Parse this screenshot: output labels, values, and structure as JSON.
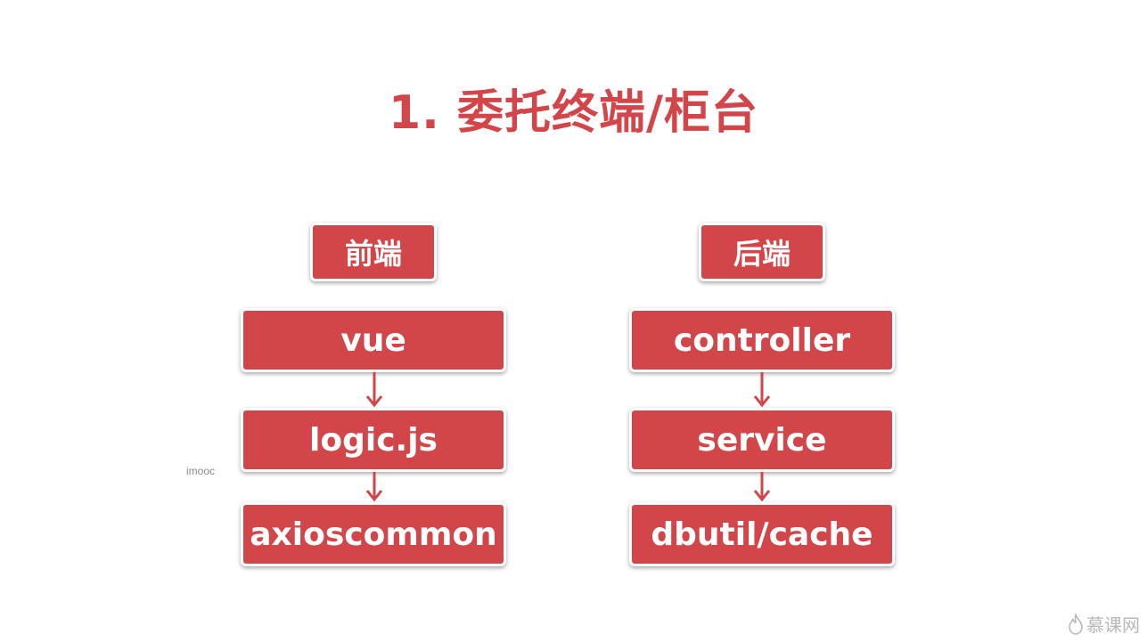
{
  "title": "1. 委托终端/柜台",
  "frontend": {
    "header": "前端",
    "layers": [
      "vue",
      "logic.js",
      "axioscommon"
    ]
  },
  "backend": {
    "header": "后端",
    "layers": [
      "controller",
      "service",
      "dbutil/cache"
    ]
  },
  "watermark": "imooc",
  "logo": {
    "icon": "flame-icon",
    "text": "慕课网"
  },
  "colors": {
    "accent": "#d2464a",
    "background": "#ffffff"
  }
}
